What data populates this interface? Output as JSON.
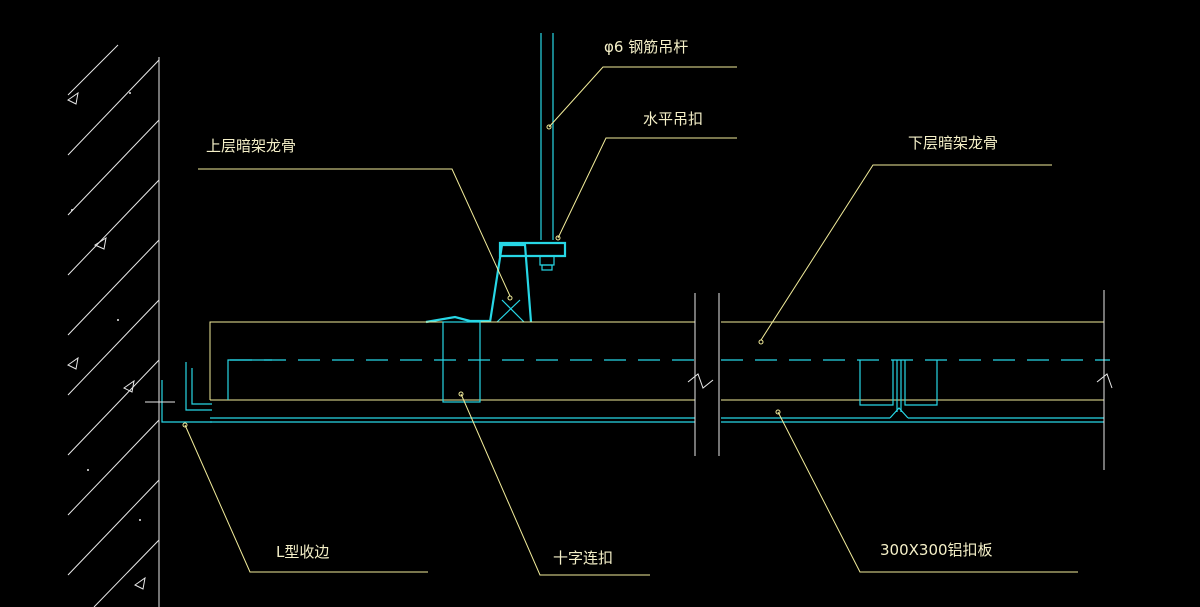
{
  "drawing": {
    "labels": {
      "rod": "φ6  钢筋吊杆",
      "clip": "水平吊扣",
      "upper_keel": "上层暗架龙骨",
      "lower_keel": "下层暗架龙骨",
      "edge": "L型收边",
      "cross": "十字连扣",
      "panel": "300X300铝扣板"
    },
    "colors": {
      "background": "#000000",
      "leader": "#f2ec9a",
      "profile": "#27d7e6",
      "wall": "#e8e8e8"
    }
  }
}
